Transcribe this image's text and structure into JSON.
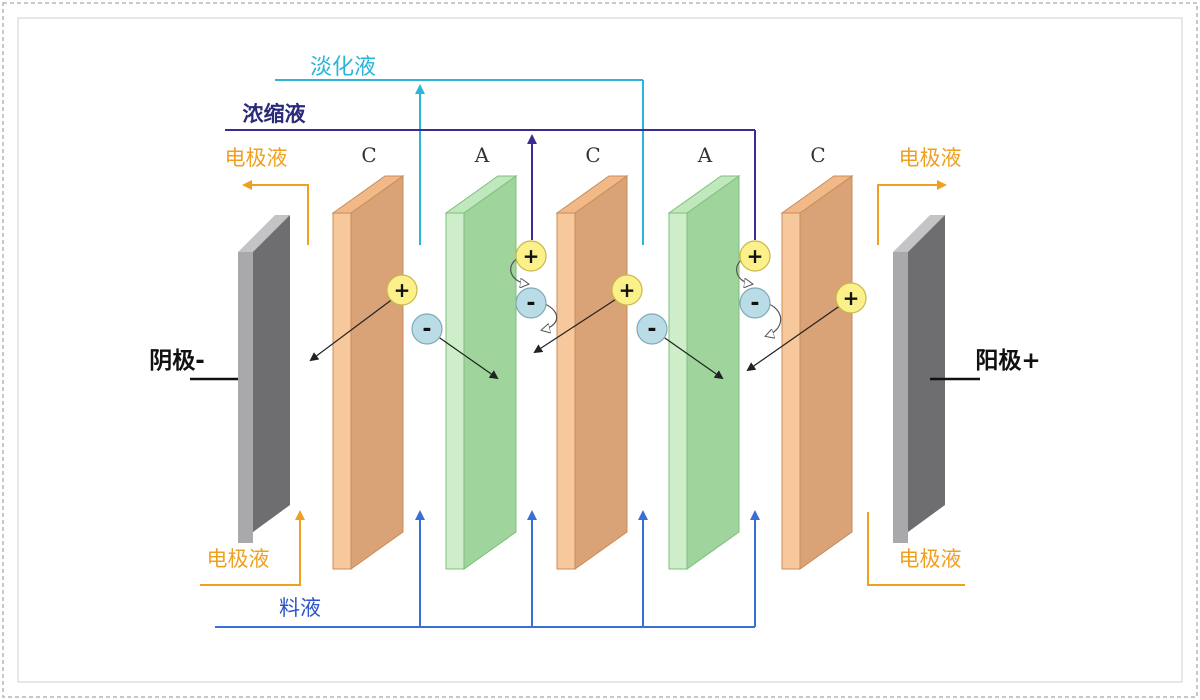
{
  "labels": {
    "diluate": "淡化液",
    "concentrate": "浓缩液",
    "electrode_left_top": "电极液",
    "electrode_right_top": "电极液",
    "electrode_left_bottom": "电极液",
    "electrode_right_bottom": "电极液",
    "feed": "料液",
    "cathode": "阴极-",
    "anode": "阳极+"
  },
  "membranes": [
    "C",
    "A",
    "C",
    "A",
    "C"
  ],
  "ions": {
    "cation": "+",
    "anion": "-"
  },
  "colors": {
    "diluate": "#2bb5d8",
    "concentrate": "#3b2c8f",
    "electrode": "#f0a020",
    "feed": "#3a6fd8",
    "cation_membrane": "#f7c89c",
    "anion_membrane": "#b8e3b8",
    "electrode_plate": "#a9a9ab",
    "cation_fill": "#fbf08a",
    "anion_fill": "#b9dce6"
  }
}
